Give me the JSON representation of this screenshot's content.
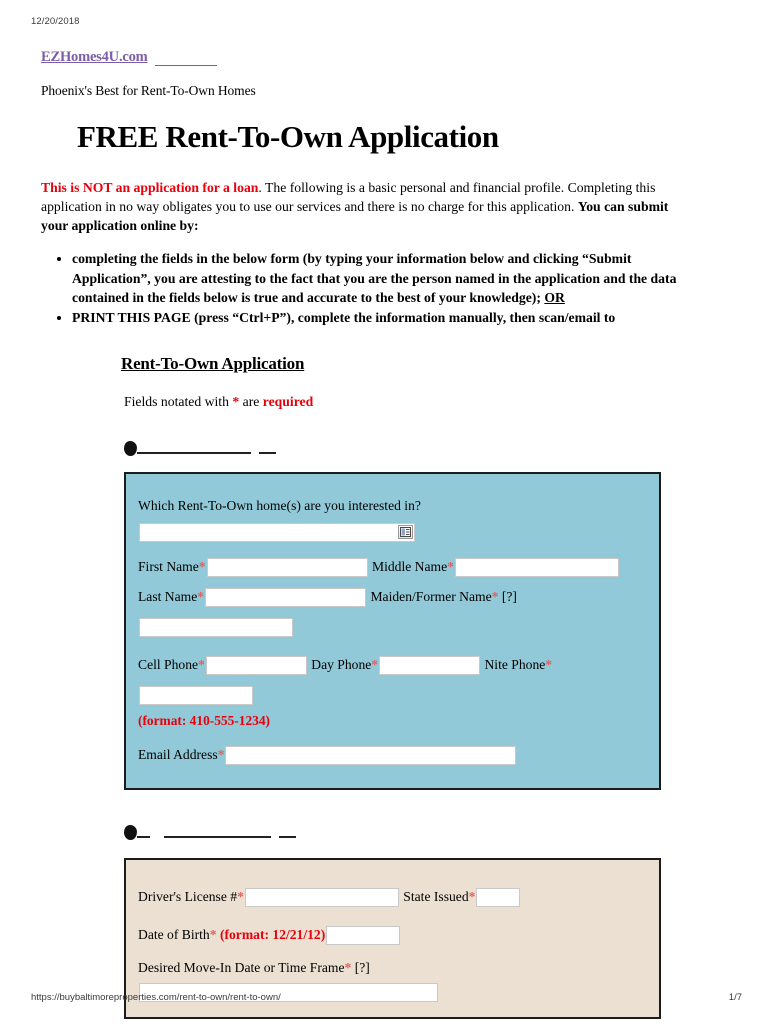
{
  "print_header": {
    "date": "12/20/2018"
  },
  "footer": {
    "url": "https://buybaltimoreproperties.com/rent-to-own/rent-to-own/",
    "page": "1/7"
  },
  "header": {
    "site_link": "EZHomes4U.com",
    "tagline": "Phoenix's Best for Rent-To-Own Homes",
    "title": "FREE Rent-To-Own Application"
  },
  "intro": {
    "warning": "This is NOT an application for a loan",
    "sentence_1": ". The following is a basic personal and financial profile. Completing this application in no way obligates you to use our services and there is no charge for this application. ",
    "submit_prompt": "You can submit your application online by:",
    "bullets": [
      {
        "part_1": "completing the fields in the below form (by typing your information below and clicking “Submit Application”, you are attesting to the fact that you are the person named in the application and the data contained in the fields below  is true and accurate to the best of your knowledge); ",
        "part_2": "OR"
      },
      {
        "part_1": "PRINT THIS PAGE (press “Ctrl+P”), complete the information manually, then scan/email to",
        "part_2": ""
      }
    ]
  },
  "form": {
    "heading": "Rent-To-Own Application",
    "required_note_prefix": "Fields notated with ",
    "required_note_star": "*",
    "required_note_mid": " are ",
    "required_note_word": "required"
  },
  "section_contact": {
    "interest_question": "Which Rent-To-Own home(s) are you interested in?",
    "interest_value": "",
    "picker_icon": "list-picker-icon",
    "first_name_label": "First Name",
    "first_name_value": "",
    "middle_name_label": "Middle Name",
    "middle_name_value": "",
    "last_name_label": "Last Name",
    "last_name_value": "",
    "maiden_name_label": "Maiden/Former Name",
    "maiden_name_hint": "[?]",
    "maiden_name_value": "",
    "cell_phone_label": "Cell Phone",
    "cell_phone_value": "",
    "day_phone_label": "Day Phone",
    "day_phone_value": "",
    "nite_phone_label": "Nite Phone",
    "nite_phone_value": "",
    "phone_format_note": "(format: 410-555-1234)",
    "email_label": "Email Address",
    "email_value": "",
    "star": "*"
  },
  "section_identity": {
    "drivers_license_label": "Driver's License #",
    "drivers_license_value": "",
    "state_issued_label": "State Issued",
    "state_issued_value": "",
    "dob_label": "Date of Birth",
    "dob_format_note": "(format: 12/21/12)",
    "dob_value": "",
    "movein_label": "Desired Move-In Date or Time Frame",
    "movein_hint": "[?]",
    "movein_value": "",
    "star": "*"
  },
  "colors": {
    "panel_blue": "#91c9d8",
    "panel_beige": "#ece0d2",
    "link_purple": "#7b5ea7",
    "required_red": "#e8000b",
    "star_red": "#e1605f"
  }
}
